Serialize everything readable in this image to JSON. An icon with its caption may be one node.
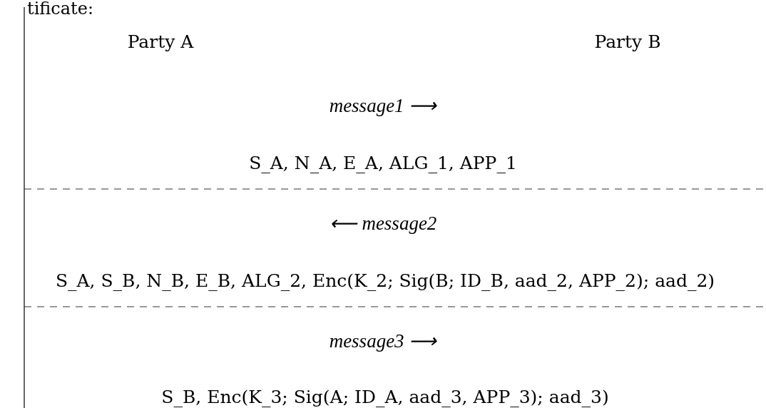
{
  "diagram": {
    "labels": [
      "tificate:",
      "Party A",
      "Party B",
      "message1 ⟶",
      "S_A, N_A, E_A, ALG_1, APP_1",
      "⟵ message2",
      "S_A, S_B, N_B, E_B, ALG_2, Enc(K_2; Sig(B; ID_B, aad_2, APP_2); aad_2)",
      "message3 ⟶",
      "S_B, Enc(K_3; Sig(A; ID_A, aad_3, APP_3); aad_3)"
    ]
  }
}
